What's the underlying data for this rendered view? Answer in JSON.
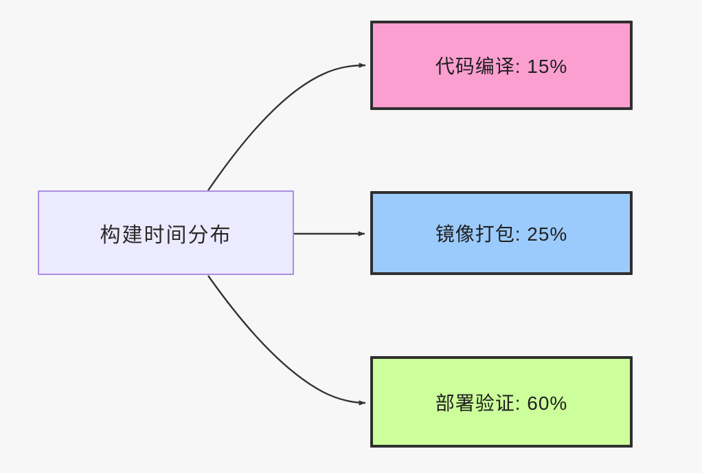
{
  "diagram": {
    "type": "flowchart",
    "direction": "left-to-right",
    "background_color": "#f7f7f7",
    "root": {
      "label": "构建时间分布",
      "fill_color": "#eceafe",
      "border_color": "#a98ee0"
    },
    "nodes": [
      {
        "id": "compile",
        "label": "代码编译: 15%",
        "stage": "代码编译",
        "percent": 15,
        "fill_color": "#fb9fd0",
        "border_color": "#2f2f2f"
      },
      {
        "id": "package",
        "label": "镜像打包: 25%",
        "stage": "镜像打包",
        "percent": 25,
        "fill_color": "#9bcbfc",
        "border_color": "#2f2f2f"
      },
      {
        "id": "deploy",
        "label": "部署验证: 60%",
        "stage": "部署验证",
        "percent": 60,
        "fill_color": "#ccff9b",
        "border_color": "#2f2f2f"
      }
    ],
    "edges": [
      {
        "id": "edge-root-compile",
        "from": "构建时间分布",
        "to": "代码编译: 15%",
        "style": "curved",
        "arrow": "solid-triangle",
        "color": "#333333"
      },
      {
        "id": "edge-root-package",
        "from": "构建时间分布",
        "to": "镜像打包: 25%",
        "style": "straight",
        "arrow": "solid-triangle",
        "color": "#333333"
      },
      {
        "id": "edge-root-deploy",
        "from": "构建时间分布",
        "to": "部署验证: 60%",
        "style": "curved",
        "arrow": "solid-triangle",
        "color": "#333333"
      }
    ]
  }
}
